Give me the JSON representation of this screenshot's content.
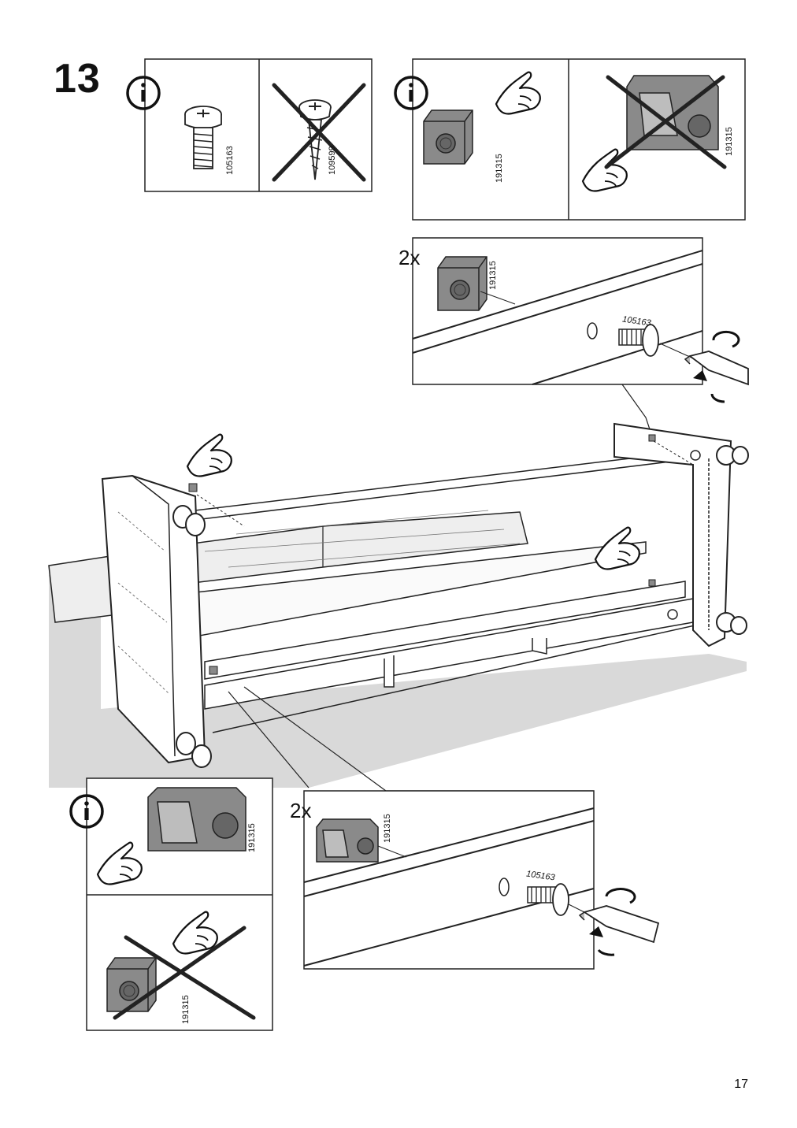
{
  "step": {
    "number": "13"
  },
  "page": {
    "number": "17"
  },
  "parts": {
    "screw_code": "105163",
    "wrong_screw_code": "109599",
    "nut_code": "191315"
  },
  "detail_top": {
    "quantity": "2x",
    "nut_code": "191315",
    "screw_code": "105163"
  },
  "detail_bottom": {
    "quantity": "2x",
    "nut_code": "191315",
    "screw_code": "105163"
  },
  "panels": {
    "info_screw": {
      "screw_code": "105163",
      "wrong_screw_code": "109599"
    },
    "info_nut_top": {
      "nut_code_ok": "191315",
      "nut_code_wrong": "191315"
    },
    "info_nut_bottom": {
      "nut_code_ok": "191315",
      "nut_code_wrong": "191315"
    }
  },
  "icons": [
    "info-icon",
    "pointing-hand-icon",
    "screwdriver-icon",
    "rotate-arrow-icon",
    "cross-mark-icon"
  ],
  "colors": {
    "line": "#222222",
    "part_fill": "#8a8a8a",
    "floor": "#d9d9d9",
    "cushion": "#eeeeee"
  }
}
